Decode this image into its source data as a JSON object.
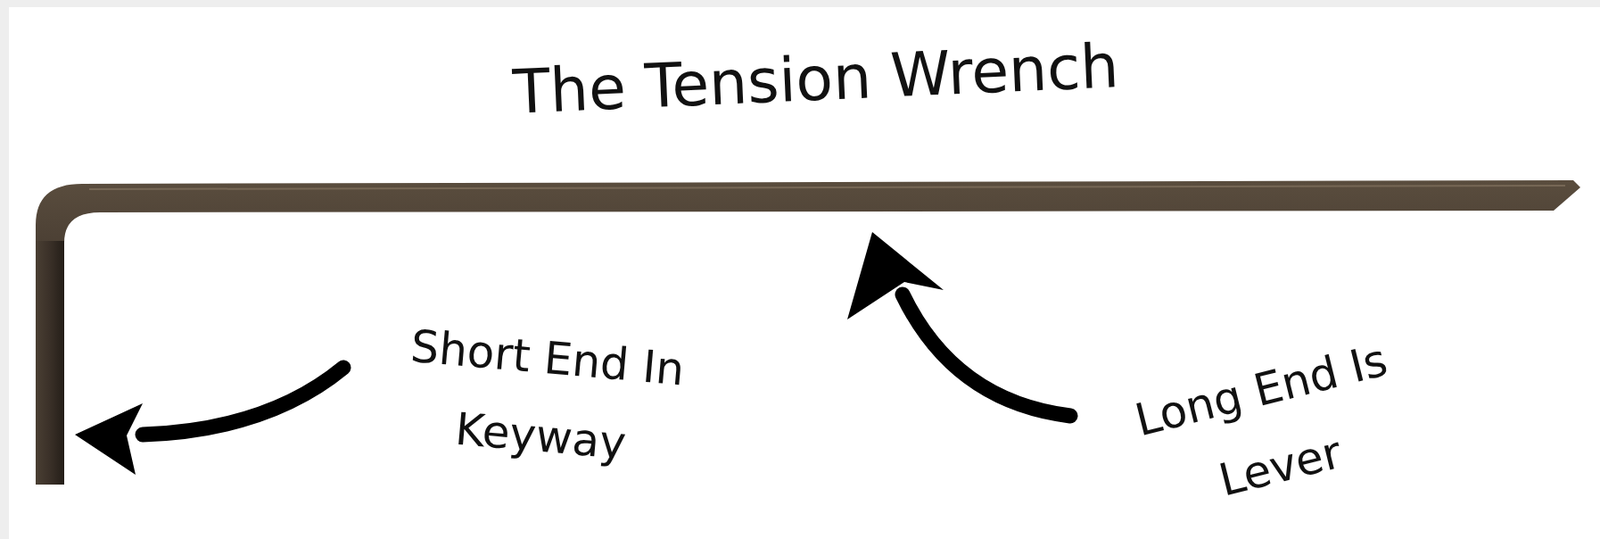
{
  "diagram": {
    "title": "The Tension Wrench",
    "labels": [
      "Short End In Keyway",
      "Long End Is Lever"
    ]
  }
}
